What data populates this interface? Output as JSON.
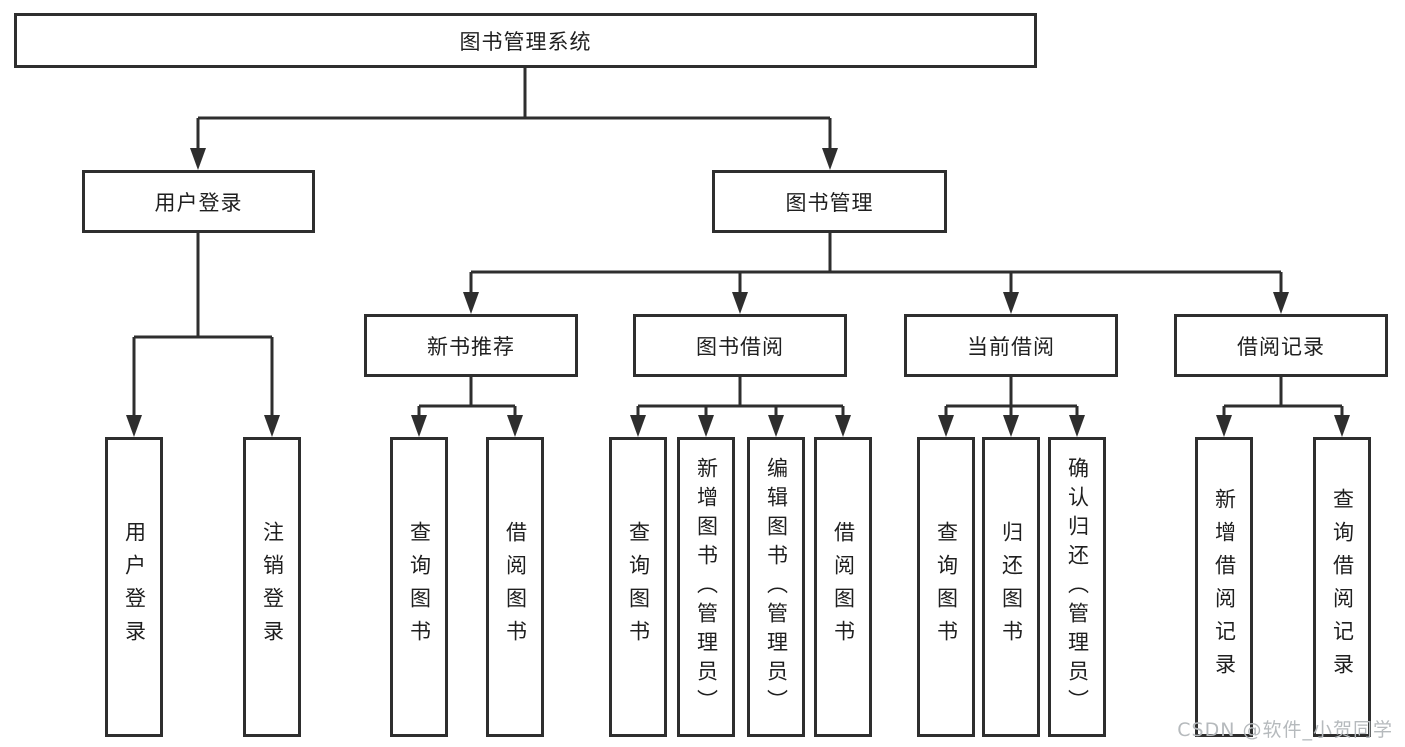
{
  "diagram": {
    "root": "图书管理系统",
    "level2": {
      "user_login": "用户登录",
      "book_mgmt": "图书管理"
    },
    "level3": {
      "new_book_rec": "新书推荐",
      "book_borrow": "图书借阅",
      "current_borrow": "当前借阅",
      "borrow_records": "借阅记录"
    },
    "leaves": {
      "user_login": [
        "用户登录",
        "注销登录"
      ],
      "new_book_rec": [
        "查询图书",
        "借阅图书"
      ],
      "book_borrow": [
        "查询图书",
        "新增图书（管理员）",
        "编辑图书（管理员）",
        "借阅图书"
      ],
      "current_borrow": [
        "查询图书",
        "归还图书",
        "确认归还（管理员）"
      ],
      "borrow_records": [
        "新增借阅记录",
        "查询借阅记录"
      ]
    }
  },
  "watermark": "CSDN @软件_小贺同学",
  "colors": {
    "line": "#2e2e2e",
    "text": "#1f1f1f",
    "watermark": "#b6babd",
    "background": "#ffffff"
  }
}
